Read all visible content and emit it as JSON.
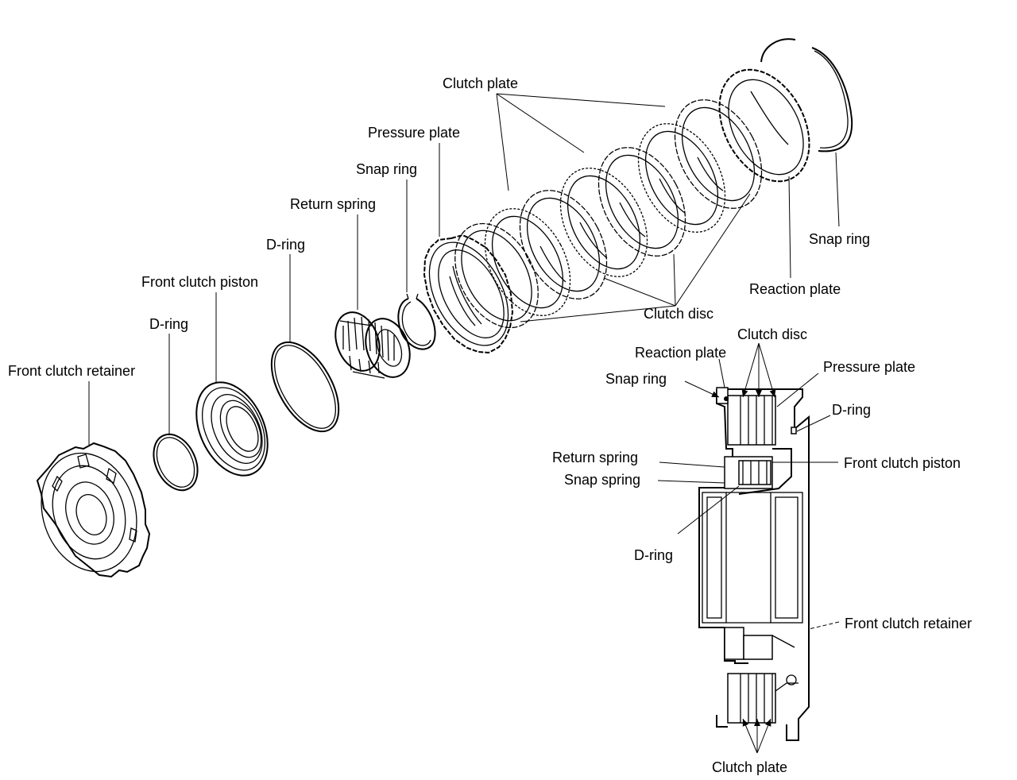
{
  "labels": {
    "clutch_plate_top": "Clutch plate",
    "pressure_plate_top": "Pressure plate",
    "snap_ring_mid": "Snap ring",
    "return_spring_top": "Return spring",
    "d_ring_mid": "D-ring",
    "front_clutch_piston_top": "Front clutch piston",
    "d_ring_left": "D-ring",
    "front_clutch_retainer_left": "Front clutch retainer",
    "snap_ring_right": "Snap ring",
    "reaction_plate_right": "Reaction plate",
    "clutch_disc_top": "Clutch disc",
    "section_clutch_disc": "Clutch disc",
    "section_reaction_plate": "Reaction plate",
    "section_snap_ring": "Snap ring",
    "section_pressure_plate": "Pressure plate",
    "section_d_ring_top": "D-ring",
    "section_return_spring": "Return spring",
    "section_front_clutch_piston": "Front clutch piston",
    "section_snap_spring": "Snap spring",
    "section_d_ring_bottom": "D-ring",
    "section_front_clutch_retainer": "Front clutch retainer",
    "section_clutch_plate": "Clutch plate"
  }
}
